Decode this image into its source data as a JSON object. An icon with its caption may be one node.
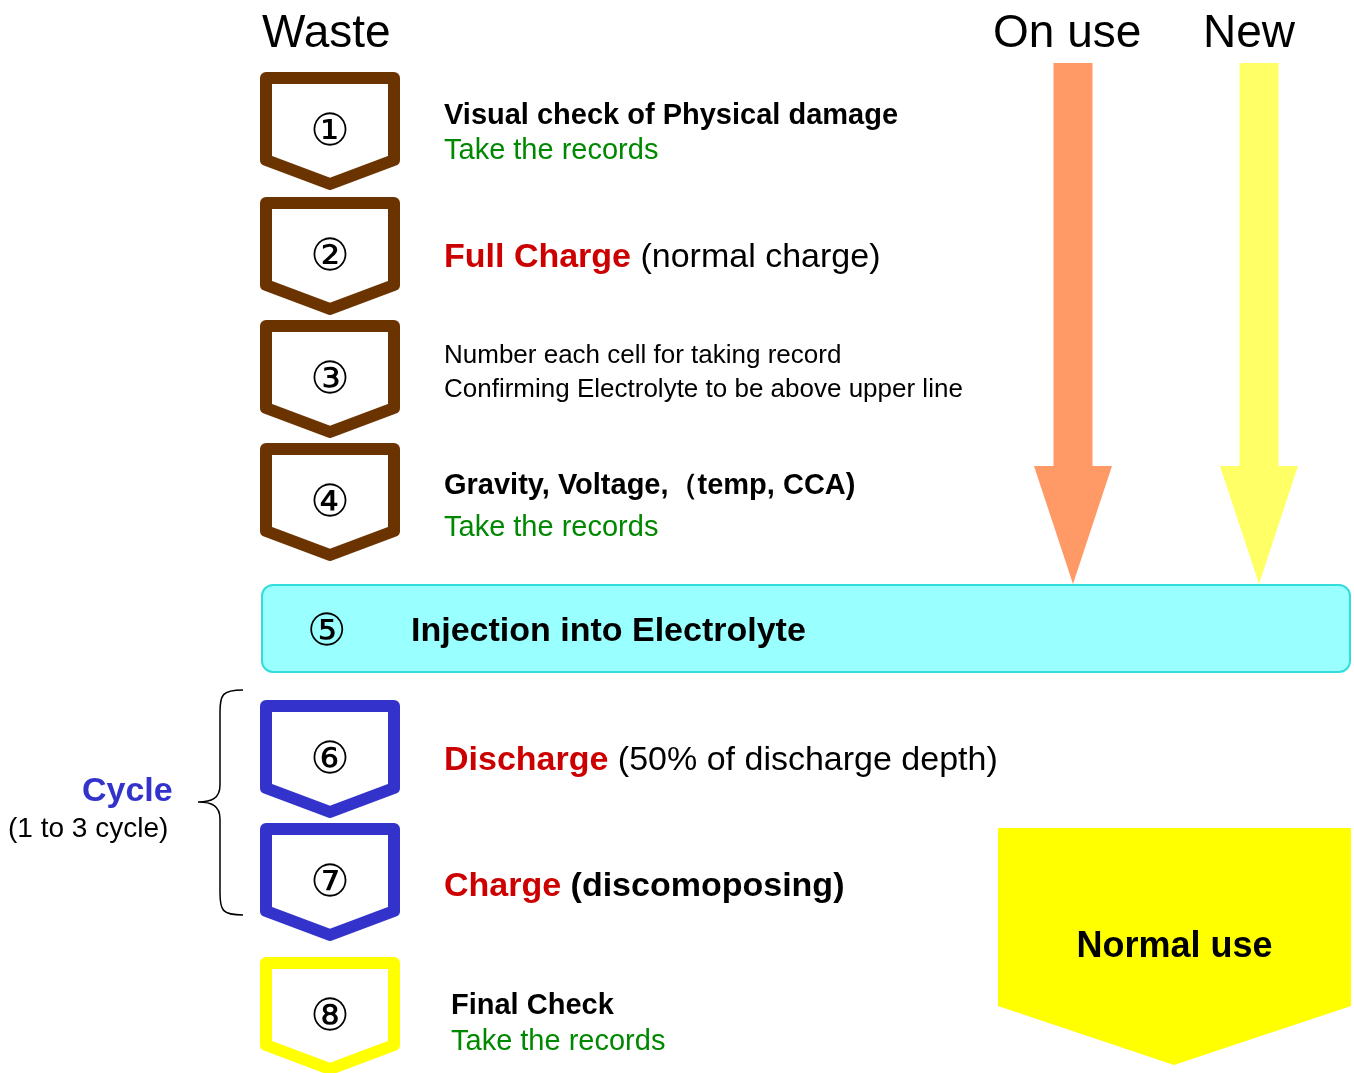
{
  "diagram": {
    "nodes": [
      {
        "text": [
          "On use"
        ]
      },
      {
        "text": [
          "New"
        ]
      },
      {
        "text": [
          "①"
        ],
        "beside": [
          "Visual check of Physical damage",
          "Take the records"
        ]
      },
      {
        "text": [
          "②"
        ],
        "beside": [
          "*Full Charge* (normal charge)"
        ]
      },
      {
        "text": [
          "③"
        ],
        "beside": [
          "Number each cell for taking record",
          "Confirming Electrolyte to be above upper line"
        ]
      },
      {
        "text": [
          "④"
        ],
        "beside": [
          "Gravity, Voltage,（temp, CCA)",
          "Take the records"
        ]
      },
      {
        "text": [
          "⑤",
          "Injection into Electrolyte"
        ]
      },
      {
        "text": [
          "⑥"
        ],
        "beside": [
          "*Discharge* (50% of discharge depth)"
        ]
      },
      {
        "text": [
          "⑦"
        ],
        "beside": [
          "*Charge* (discomoposing)"
        ]
      },
      {
        "text": [
          "⑧"
        ],
        "beside": [
          "Final Check",
          "Take the records"
        ]
      },
      {
        "text": [
          "Normal use"
        ]
      }
    ],
    "edges": [
      {
        "from": 0,
        "to": 6,
        "arrow": "to",
        "color": "#ff9966"
      },
      {
        "from": 1,
        "to": 6,
        "arrow": "to",
        "color": "#ffff66"
      }
    ],
    "labels": [
      "Waste",
      "Cycle",
      "(1 to 3 cycle)"
    ]
  }
}
